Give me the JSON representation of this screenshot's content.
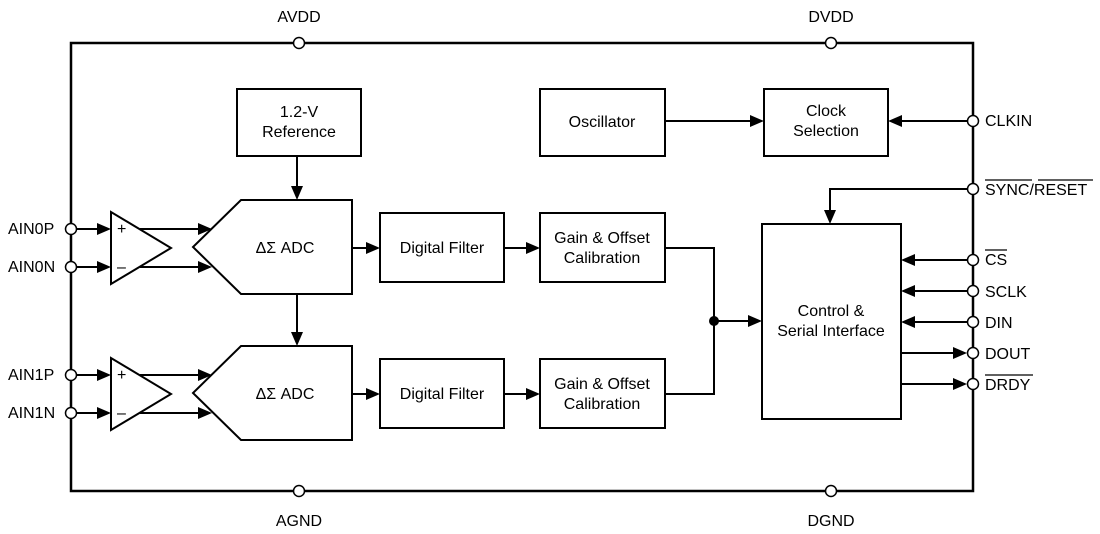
{
  "supply_pins": {
    "avdd": "AVDD",
    "dvdd": "DVDD",
    "agnd": "AGND",
    "dgnd": "DGND"
  },
  "blocks": {
    "reference_line1": "1.2-V",
    "reference_line2": "Reference",
    "oscillator": "Oscillator",
    "clock_line1": "Clock",
    "clock_line2": "Selection",
    "adc": "ΔΣ ADC",
    "digital_filter": "Digital Filter",
    "gain_line1": "Gain & Offset",
    "gain_line2": "Calibration",
    "control_line1": "Control &",
    "control_line2": "Serial Interface"
  },
  "amplifier_signs": {
    "plus": "+",
    "minus": "–"
  },
  "left_pins": [
    "AIN0P",
    "AIN0N",
    "AIN1P",
    "AIN1N"
  ],
  "right_pins": {
    "clkin": "CLKIN",
    "sync": "SYNC",
    "sync_slash": "/",
    "reset": "RESET",
    "cs": "CS",
    "sclk": "SCLK",
    "din": "DIN",
    "dout": "DOUT",
    "drdy": "DRDY"
  }
}
